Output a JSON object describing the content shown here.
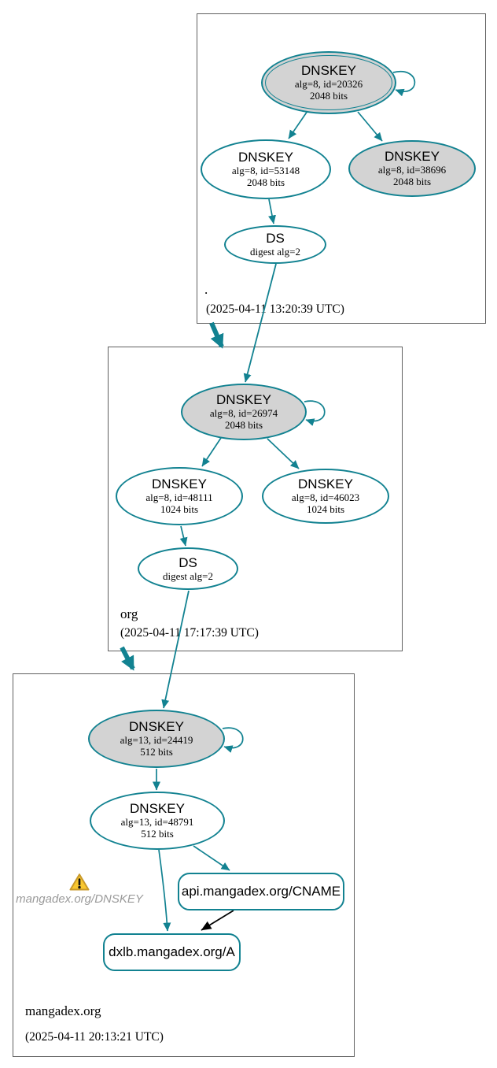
{
  "diagram": {
    "type": "dnssec-authentication-chain",
    "colors": {
      "edge_teal": "#128291",
      "edge_black": "#000000",
      "node_fill_gray": "#d3d3d3",
      "node_fill_white": "#ffffff",
      "zone_box_border": "#606060",
      "warning_yellow": "#f9c72f",
      "warning_label_gray": "#9a9a9a"
    }
  },
  "zones": [
    {
      "label": ".",
      "timestamp": "(2025-04-11 13:20:39 UTC)",
      "nodes": {
        "ksk": {
          "title": "DNSKEY",
          "alg": "alg=8, id=20326",
          "bits": "2048 bits"
        },
        "zsk": {
          "title": "DNSKEY",
          "alg": "alg=8, id=53148",
          "bits": "2048 bits"
        },
        "zsk2": {
          "title": "DNSKEY",
          "alg": "alg=8, id=38696",
          "bits": "2048 bits"
        },
        "ds": {
          "title": "DS",
          "digest": "digest alg=2"
        }
      }
    },
    {
      "label": "org",
      "timestamp": "(2025-04-11 17:17:39 UTC)",
      "nodes": {
        "ksk": {
          "title": "DNSKEY",
          "alg": "alg=8, id=26974",
          "bits": "2048 bits"
        },
        "zsk": {
          "title": "DNSKEY",
          "alg": "alg=8, id=48111",
          "bits": "1024 bits"
        },
        "zsk2": {
          "title": "DNSKEY",
          "alg": "alg=8, id=46023",
          "bits": "1024 bits"
        },
        "ds": {
          "title": "DS",
          "digest": "digest alg=2"
        }
      }
    },
    {
      "label": "mangadex.org",
      "timestamp": "(2025-04-11 20:13:21 UTC)",
      "nodes": {
        "ksk": {
          "title": "DNSKEY",
          "alg": "alg=13, id=24419",
          "bits": "512 bits"
        },
        "zsk": {
          "title": "DNSKEY",
          "alg": "alg=13, id=48791",
          "bits": "512 bits"
        },
        "cname_rrset": {
          "label": "api.mangadex.org/CNAME"
        },
        "a_rrset": {
          "label": "dxlb.mangadex.org/A"
        },
        "warning": {
          "label": "mangadex.org/DNSKEY"
        }
      }
    }
  ],
  "edges": [
    {
      "from": "root DNSKEY 20326",
      "to": "root DNSKEY 20326",
      "style": "self-loop teal"
    },
    {
      "from": "root DNSKEY 20326",
      "to": "root DNSKEY 53148",
      "style": "teal"
    },
    {
      "from": "root DNSKEY 20326",
      "to": "root DNSKEY 38696",
      "style": "teal"
    },
    {
      "from": "root DNSKEY 53148",
      "to": "root DS",
      "style": "teal"
    },
    {
      "from": "root DS",
      "to": "org DNSKEY 26974",
      "style": "teal"
    },
    {
      "from": "root zone",
      "to": "org zone",
      "style": "thick teal delegation"
    },
    {
      "from": "org DNSKEY 26974",
      "to": "org DNSKEY 26974",
      "style": "self-loop teal"
    },
    {
      "from": "org DNSKEY 26974",
      "to": "org DNSKEY 48111",
      "style": "teal"
    },
    {
      "from": "org DNSKEY 26974",
      "to": "org DNSKEY 46023",
      "style": "teal"
    },
    {
      "from": "org DNSKEY 48111",
      "to": "org DS",
      "style": "teal"
    },
    {
      "from": "org DS",
      "to": "mangadex.org DNSKEY 24419",
      "style": "teal"
    },
    {
      "from": "org zone",
      "to": "mangadex.org zone",
      "style": "thick teal delegation"
    },
    {
      "from": "mangadex.org DNSKEY 24419",
      "to": "mangadex.org DNSKEY 24419",
      "style": "self-loop teal"
    },
    {
      "from": "mangadex.org DNSKEY 24419",
      "to": "mangadex.org DNSKEY 48791",
      "style": "teal"
    },
    {
      "from": "mangadex.org DNSKEY 48791",
      "to": "api.mangadex.org/CNAME",
      "style": "teal"
    },
    {
      "from": "mangadex.org DNSKEY 48791",
      "to": "dxlb.mangadex.org/A",
      "style": "teal"
    },
    {
      "from": "api.mangadex.org/CNAME",
      "to": "dxlb.mangadex.org/A",
      "style": "black"
    }
  ]
}
